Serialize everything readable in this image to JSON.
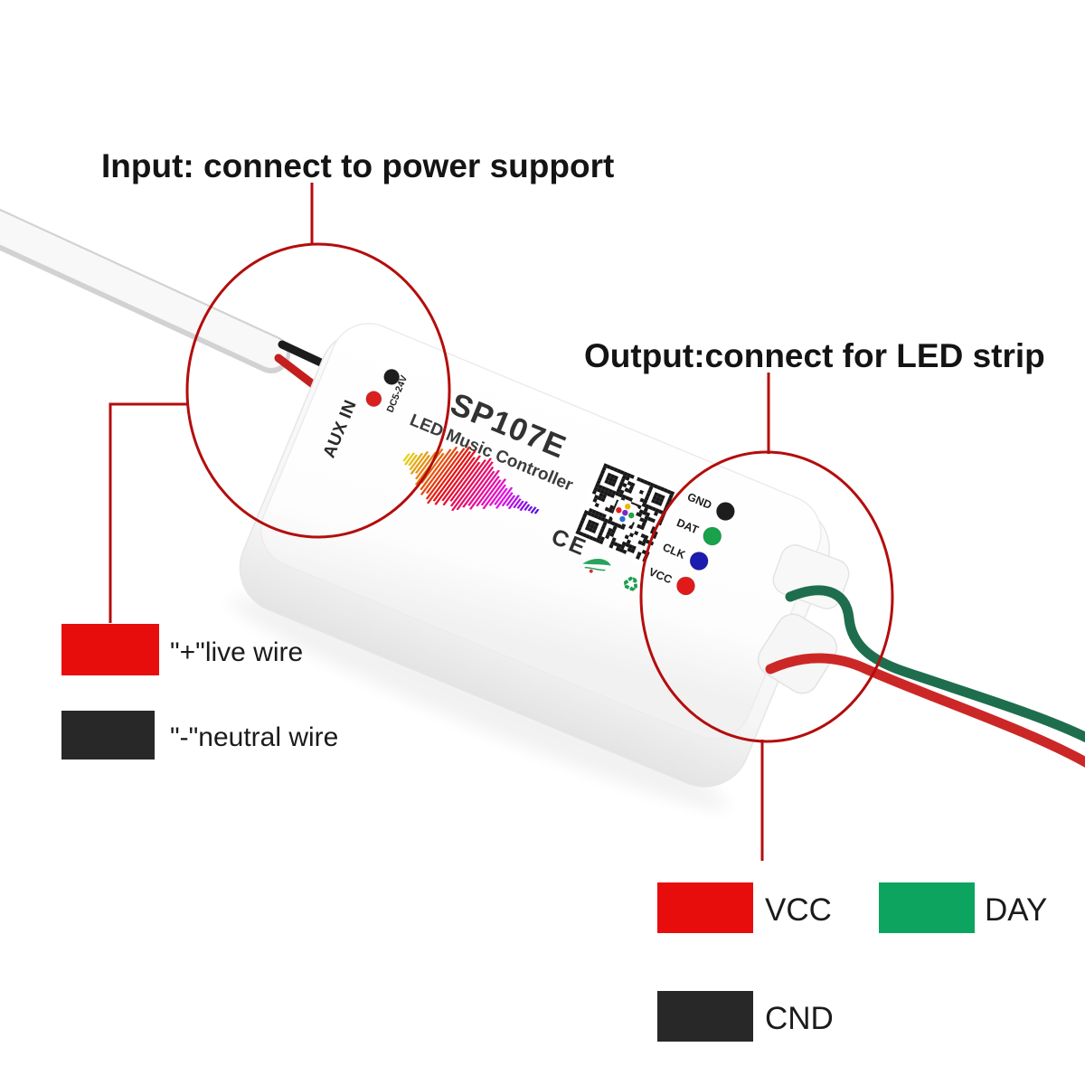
{
  "annotations": {
    "input_title": "Input: connect to power support",
    "output_title": "Output:connect for LED strip",
    "line_color": "#b40d0d"
  },
  "device": {
    "model": "SP107E",
    "subtitle": "LED Music Controller",
    "aux_port_label": "AUX IN",
    "power_rating": "DC5-24V",
    "ce_mark": "CE",
    "recycle_icon": "♻",
    "input_terminals": [
      {
        "name": "negative-terminal",
        "color": "#1d1d1d"
      },
      {
        "name": "positive-terminal",
        "color": "#db1f1f"
      }
    ],
    "output_pins": [
      {
        "label": "GND",
        "color": "#1d1d1d"
      },
      {
        "label": "DAT",
        "color": "#17a24b"
      },
      {
        "label": "CLK",
        "color": "#1b1bb0"
      },
      {
        "label": "VCC",
        "color": "#e01a1a"
      }
    ],
    "waveform": {
      "bar_heights": [
        5,
        8,
        7,
        11,
        15,
        12,
        18,
        24,
        20,
        27,
        32,
        28,
        34,
        38,
        33,
        36,
        29,
        33,
        26,
        31,
        35,
        32,
        27,
        23,
        26,
        20,
        17,
        20,
        14,
        11,
        14,
        9,
        7,
        9,
        6,
        5,
        6,
        4,
        3,
        4,
        3
      ],
      "hue_start": 55,
      "hue_step": -3.875,
      "saturation": 88,
      "lightness": 48
    }
  },
  "wires": {
    "input_cable_color": "#f8f8f8",
    "input_cable_edge": "#d2d2d2",
    "input_neutral_color": "#1c1c1c",
    "input_live_color": "#c41e1e",
    "output_data_color": "#1e6e4e",
    "output_power_color": "#cc2727"
  },
  "legend_input": [
    {
      "label": "\"+\"live wire",
      "color": "#e80d0d"
    },
    {
      "label": "\"-\"neutral wire",
      "color": "#282828"
    }
  ],
  "legend_output": [
    {
      "label": "VCC",
      "color": "#e80d0d"
    },
    {
      "label": "DAY",
      "color": "#0ca45f"
    },
    {
      "label": "CND",
      "color": "#282828"
    }
  ],
  "qr": {
    "modules": 21,
    "color": "#181818",
    "logo_colors": [
      "#f0b400",
      "#e02020",
      "#7c28c8",
      "#28a04c",
      "#2a6fd4"
    ]
  }
}
